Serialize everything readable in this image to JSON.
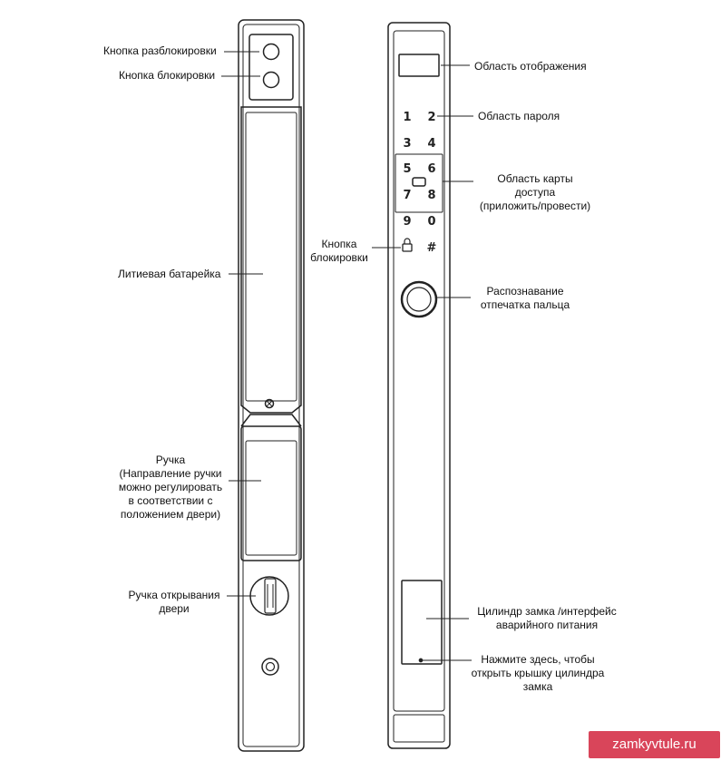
{
  "left_panel": {
    "unlock_button": "Кнопка разблокировки",
    "lock_button": "Кнопка блокировки",
    "battery": "Литиевая батарейка",
    "handle": [
      "Ручка",
      "(Направление ручки",
      "можно регулировать",
      "в соответствии с",
      "положением двери)"
    ],
    "door_handle": [
      "Ручка открывания",
      "двери"
    ]
  },
  "right_panel": {
    "display_area": "Область отображения",
    "password_area": "Область пароля",
    "card_area": [
      "Область карты",
      "доступа",
      "(приложить/провести)"
    ],
    "lock_button": [
      "Кнопка",
      "блокировки"
    ],
    "fingerprint": [
      "Распознавание",
      "отпечатка пальца"
    ],
    "cylinder": [
      "Цилиндр замка /интерфейс",
      "аварийного питания"
    ],
    "cover_hint": [
      "Нажмите здесь, чтобы",
      "открыть крышку цилиндра",
      "замка"
    ]
  },
  "keypad": {
    "keys": [
      "1",
      "2",
      "3",
      "4",
      "5",
      "6",
      "7",
      "8",
      "9",
      "0",
      "#"
    ]
  },
  "watermark": "zamkyvtule.ru"
}
